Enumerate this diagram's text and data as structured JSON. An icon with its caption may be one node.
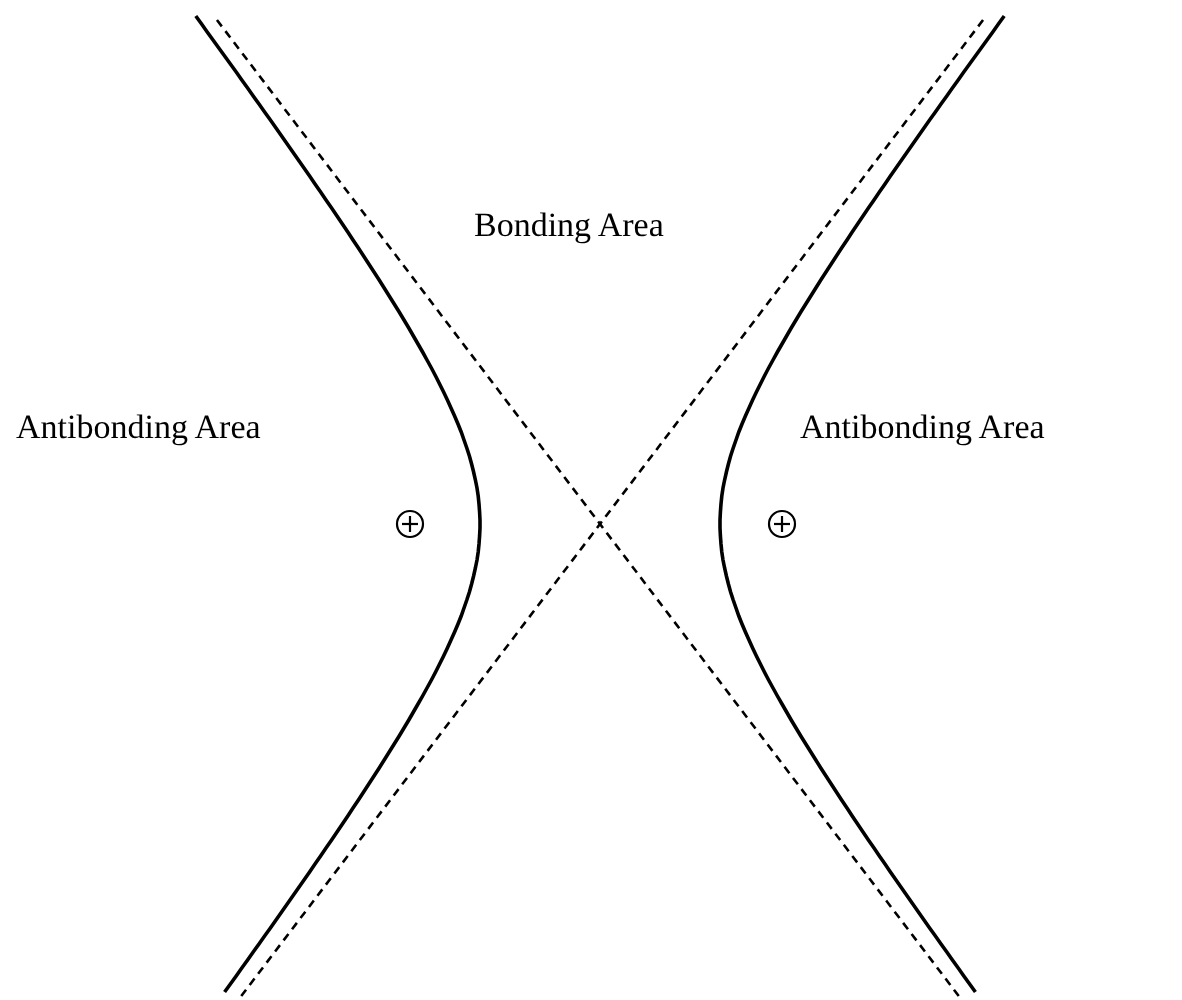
{
  "diagram": {
    "labels": [
      "Bonding Area",
      "Antibonding Area",
      "Antibonding Area"
    ]
  }
}
